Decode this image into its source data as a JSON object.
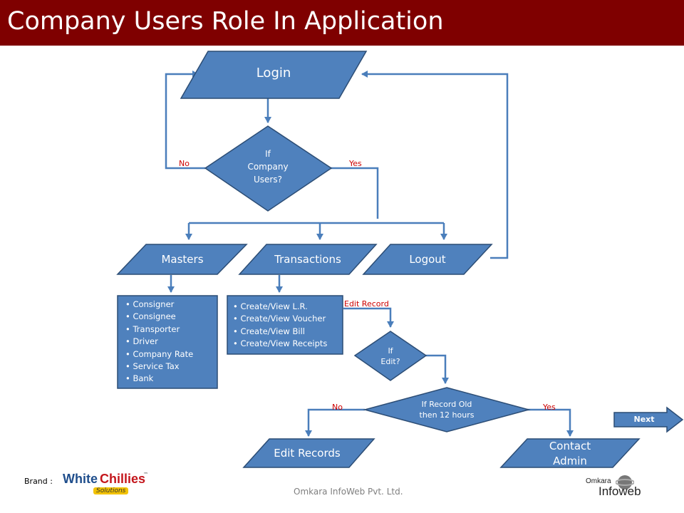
{
  "header": {
    "title": "Company Users Role In Application"
  },
  "flowchart": {
    "login": "Login",
    "company_decision": {
      "line1": "If",
      "line2": "Company",
      "line3": "Users?"
    },
    "no_label": "No",
    "yes_label": "Yes",
    "masters": "Masters",
    "transactions": "Transactions",
    "logout": "Logout",
    "masters_items": [
      "Consigner",
      "Consignee",
      "Transporter",
      "Driver",
      "Company Rate",
      "Service Tax",
      "Bank"
    ],
    "transactions_items": [
      "Create/View L.R.",
      "Create/View Voucher",
      "Create/View Bill",
      "Create/View Receipts"
    ],
    "edit_record_label": "Edit Record",
    "edit_decision": {
      "line1": "If",
      "line2": "Edit?"
    },
    "record_decision": {
      "line1": "If Record Old",
      "line2": "then 12 hours"
    },
    "no_label_2": "No",
    "yes_label_2": "Yes",
    "edit_records": "Edit Records",
    "contact_admin": {
      "line1": "Contact",
      "line2": "Admin"
    },
    "next_button": "Next"
  },
  "footer": {
    "brand_label": "Brand :",
    "brand_logo": {
      "part1": "White",
      "part2": "Chillies",
      "tm": "™",
      "sub": "Solutions"
    },
    "company_name": "Omkara InfoWeb Pvt. Ltd.",
    "company_logo": {
      "top": "Omkara",
      "bottom": "Infoweb"
    }
  },
  "colors": {
    "title_bar": "#7f0000",
    "shape_fill": "#4f81bd",
    "shape_stroke": "#2c4d75",
    "connector": "#4a7ebb",
    "label_red": "#cc0000"
  },
  "icons": [
    "arrow-right-icon",
    "globe-icon"
  ]
}
